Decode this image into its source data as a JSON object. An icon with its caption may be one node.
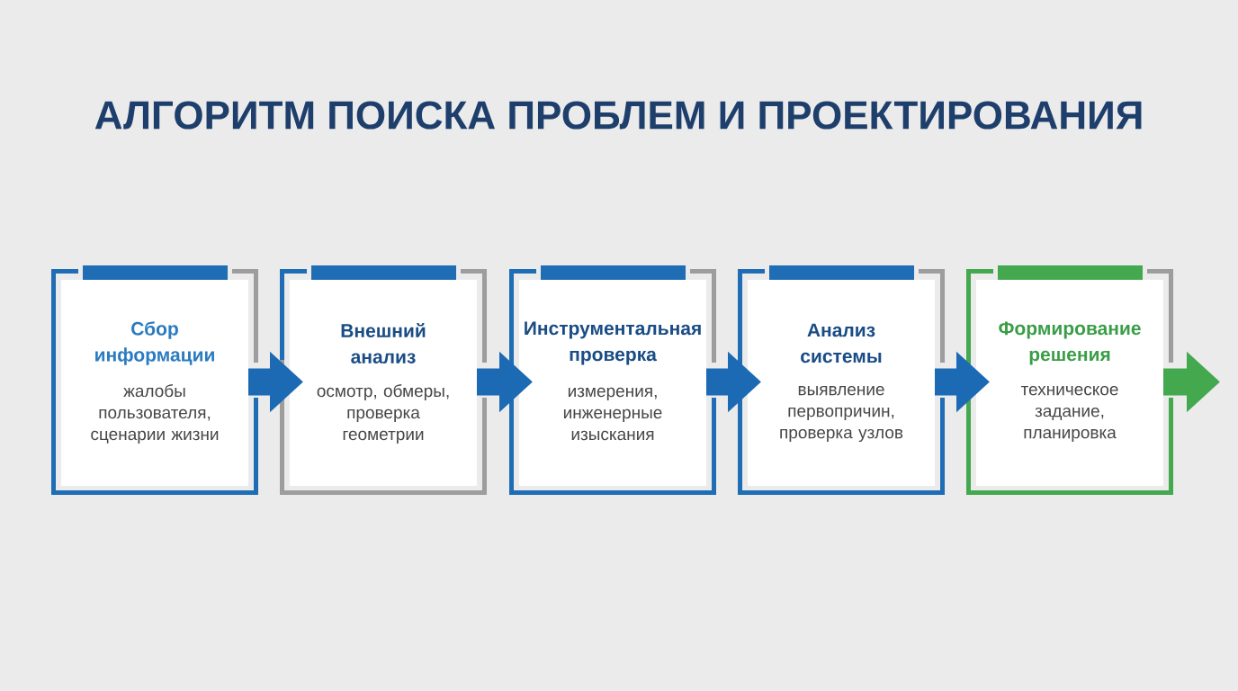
{
  "diagram": {
    "title": "АЛГОРИТМ ПОИСКА ПРОБЛЕМ И ПРОЕКТИРОВАНИЯ",
    "nodes": [
      {
        "text": [
          "Сбор информации",
          "жалобы пользователя, сценарии жизни"
        ]
      },
      {
        "text": [
          "Внешний анализ",
          "осмотр, обмеры, проверка геометрии"
        ]
      },
      {
        "text": [
          "Инструментальная проверка",
          "измерения, инженерные изыскания"
        ]
      },
      {
        "text": [
          "Анализ системы",
          "выявление первопричин, проверка узлов"
        ]
      },
      {
        "text": [
          "Формирование решения",
          "техническое задание, планировка"
        ]
      }
    ],
    "edges": [
      {
        "from": 0,
        "to": 1,
        "arrow": "to"
      },
      {
        "from": 1,
        "to": 2,
        "arrow": "to"
      },
      {
        "from": 2,
        "to": 3,
        "arrow": "to"
      },
      {
        "from": 3,
        "to": 4,
        "arrow": "to"
      },
      {
        "from": 4,
        "to": null,
        "arrow": "to",
        "color": "#44a84f"
      }
    ]
  }
}
